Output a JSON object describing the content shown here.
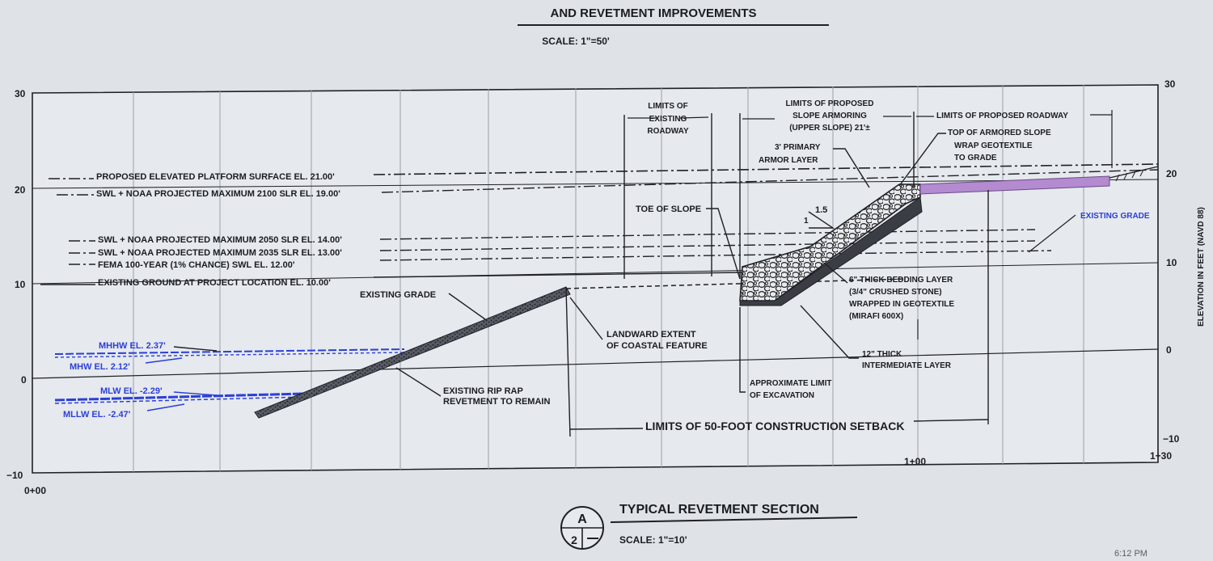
{
  "header": {
    "title": "AND REVETMENT IMPROVEMENTS",
    "scale": "SCALE: 1\"=50'"
  },
  "axes": {
    "left_ticks": [
      "30",
      "20",
      "10",
      "0",
      "−10"
    ],
    "right_ticks": [
      "30",
      "20",
      "10",
      "0",
      "−10"
    ],
    "x_ticks": [
      "0+00",
      "1+00",
      "1+30"
    ],
    "right_label": "ELEVATION IN FEET (NAVD 88)"
  },
  "elevation_lines": [
    {
      "text": "PROPOSED ELEVATED PLATFORM SURFACE EL. 21.00'"
    },
    {
      "text": "SWL + NOAA PROJECTED MAXIMUM 2100 SLR EL. 19.00'"
    },
    {
      "text": "SWL + NOAA PROJECTED MAXIMUM 2050 SLR EL. 14.00'"
    },
    {
      "text": "SWL + NOAA PROJECTED MAXIMUM 2035 SLR EL. 13.00'"
    },
    {
      "text": "FEMA 100-YEAR (1% CHANCE) SWL EL. 12.00'"
    },
    {
      "text": "EXISTING GROUND AT PROJECT LOCATION EL. 10.00'"
    }
  ],
  "tidal_labels": {
    "mhhw": "MHHW EL. 2.37'",
    "mhw": "MHW EL. 2.12'",
    "mlw": "MLW EL. -2.29'",
    "mllw": "MLLW EL. -2.47'"
  },
  "annotations": {
    "existing_grade_left": "EXISTING GRADE",
    "existing_grade_right": "EXISTING GRADE",
    "riprap_1": "EXISTING RIP RAP",
    "riprap_2": "REVETMENT TO REMAIN",
    "landward_1": "LANDWARD EXTENT",
    "landward_2": "OF COASTAL FEATURE",
    "limits_road_1": "LIMITS OF",
    "limits_road_2": "EXISTING",
    "limits_road_3": "ROADWAY",
    "toe": "TOE OF SLOPE",
    "armoring_1": "LIMITS OF PROPOSED",
    "armoring_2": "SLOPE ARMORING",
    "armoring_3": "(UPPER SLOPE) 21'±",
    "prop_road": "LIMITS OF PROPOSED ROADWAY",
    "primary_1": "3' PRIMARY",
    "primary_2": "ARMOR LAYER",
    "slope_ratio": "1.5",
    "slope_one": "1",
    "top_1": "TOP OF ARMORED SLOPE",
    "top_2": "WRAP GEOTEXTILE",
    "top_3": "TO GRADE",
    "bedding_1": "6\" THICK BEDDING LAYER",
    "bedding_2": "(3/4\" CRUSHED STONE)",
    "bedding_3": "WRAPPED IN GEOTEXTILE",
    "bedding_4": "(MIRAFI 600X)",
    "inter_1": "12\" THICK",
    "inter_2": "INTERMEDIATE LAYER",
    "excav_1": "APPROXIMATE LIMIT",
    "excav_2": "OF EXCAVATION",
    "setback": "LIMITS OF 50-FOOT CONSTRUCTION SETBACK"
  },
  "footer": {
    "marker_letter": "A",
    "marker_number": "2",
    "title": "TYPICAL REVETMENT SECTION",
    "scale": "SCALE: 1\"=10'",
    "clock": "6:12 PM"
  },
  "colors": {
    "background": "#dfe3e8",
    "ink": "#1a1c22",
    "tidal_blue": "#2b3fd6",
    "platform_purple": "#b48ad0"
  }
}
